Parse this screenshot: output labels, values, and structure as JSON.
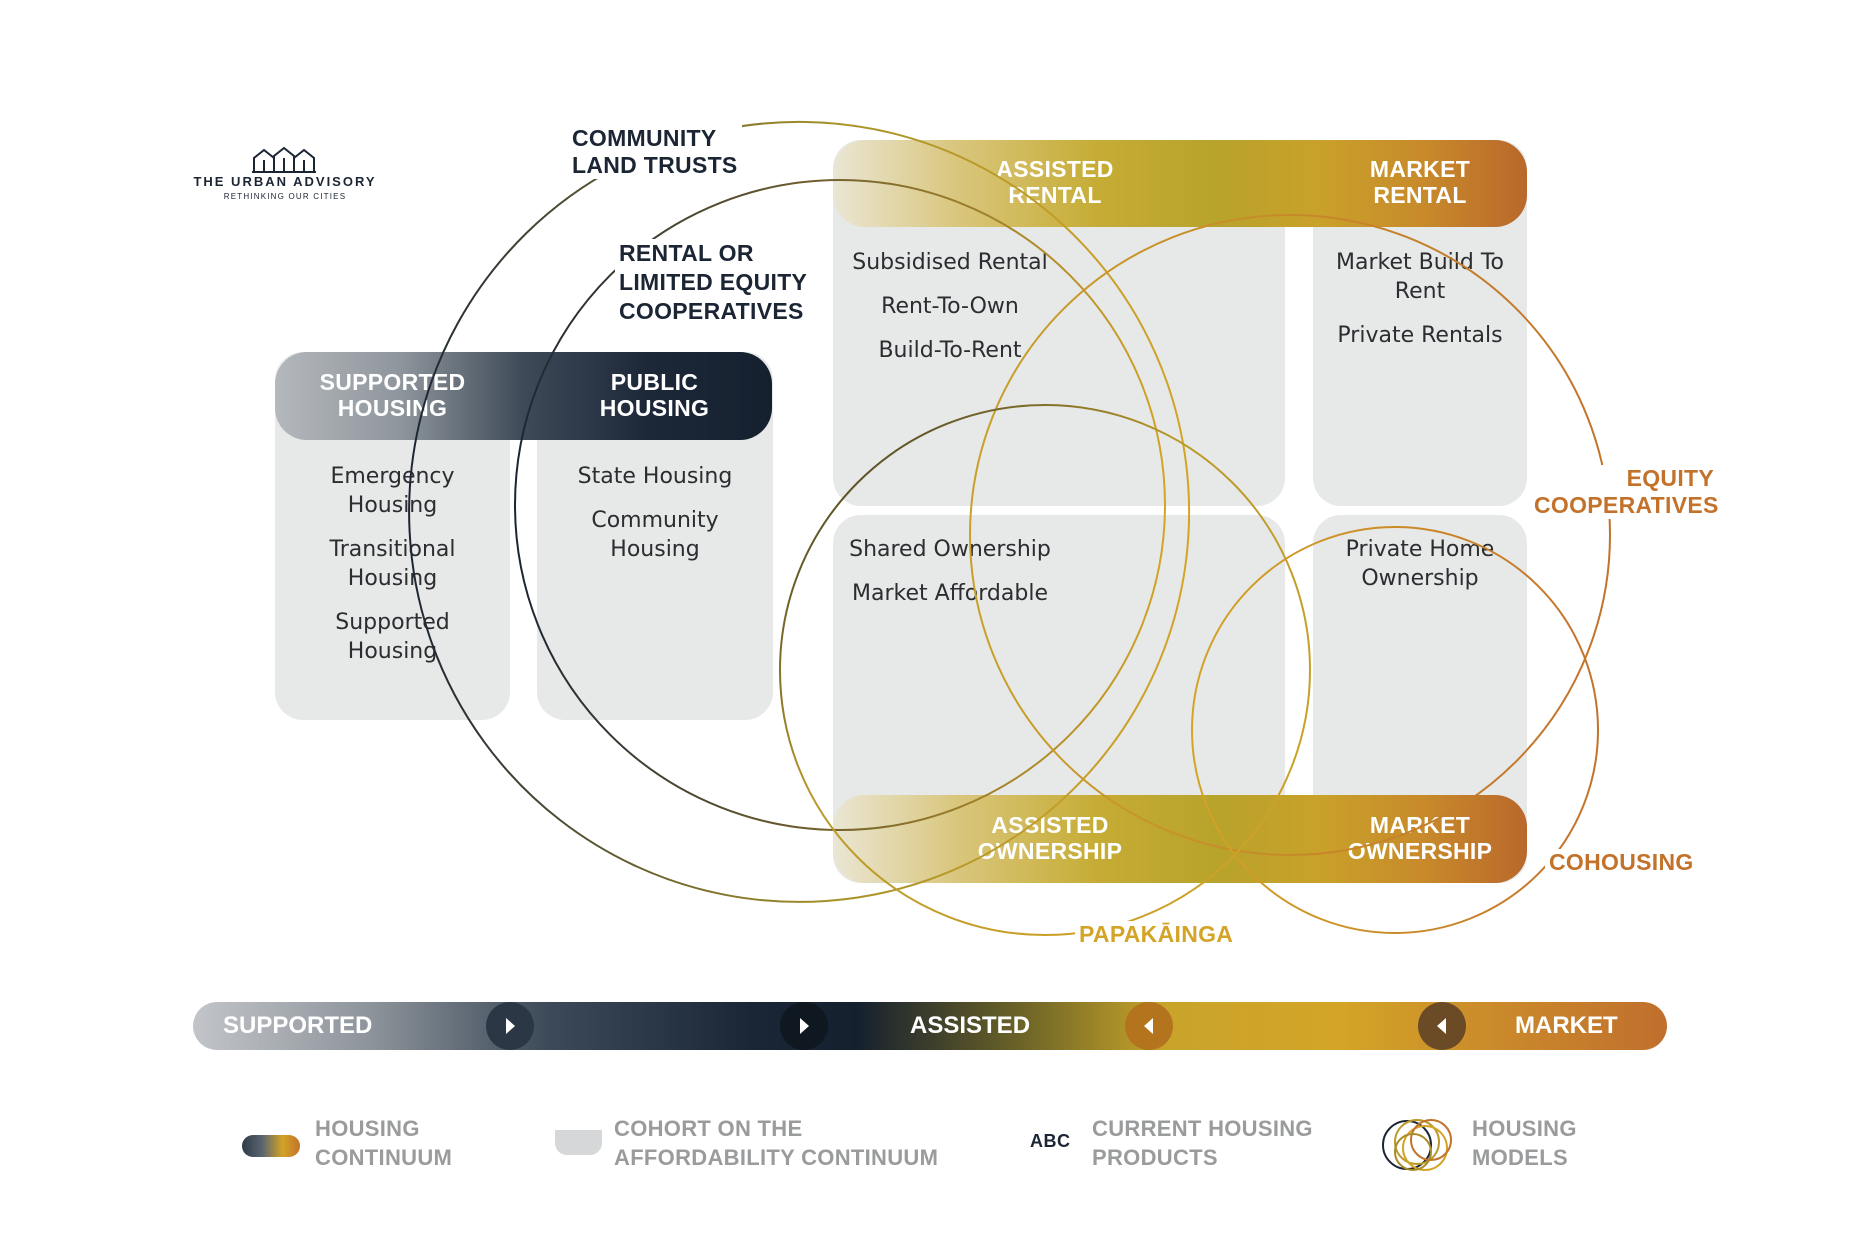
{
  "logo": {
    "name": "THE URBAN ADVISORY",
    "tagline": "RETHINKING OUR CITIES"
  },
  "categories": {
    "supported_housing": "SUPPORTED\nHOUSING",
    "public_housing": "PUBLIC\nHOUSING",
    "assisted_rental": "ASSISTED\nRENTAL",
    "market_rental": "MARKET\nRENTAL",
    "assisted_ownership": "ASSISTED\nOWNERSHIP",
    "market_ownership": "MARKET\nOWNERSHIP"
  },
  "products": {
    "supported": [
      "Emergency Housing",
      "Transitional Housing",
      "Supported Housing"
    ],
    "public": [
      "State Housing",
      "Community Housing"
    ],
    "assisted_rental": [
      "Subsidised Rental",
      "Rent-To-Own",
      "Build-To-Rent"
    ],
    "market_rental": [
      "Market Build To Rent",
      "Private Rentals"
    ],
    "assisted_ownership": [
      "Shared Ownership",
      "Market Affordable"
    ],
    "market_ownership": [
      "Private Home Ownership"
    ]
  },
  "housing_models": {
    "community_land_trusts": "COMMUNITY\nLAND TRUSTS",
    "rental_limited_equity": "RENTAL OR\nLIMITED EQUITY\nCOOPERATIVES",
    "equity_cooperatives": "EQUITY\nCOOPERATIVES",
    "cohousing": "COHOUSING",
    "papakainga": "PAPAKĀINGA"
  },
  "continuum": {
    "supported": "SUPPORTED",
    "assisted": "ASSISTED",
    "market": "MARKET"
  },
  "legend": {
    "housing_continuum": "HOUSING\nCONTINUUM",
    "cohort": "COHORT ON THE\nAFFORDABILITY CONTINUUM",
    "abc_sample": "ABC",
    "current_products": "CURRENT HOUSING\nPRODUCTS",
    "housing_models": "HOUSING\nMODELS"
  },
  "colors": {
    "grey_light": "#b9bdc1",
    "navy": "#15202f",
    "gold": "#d3a427",
    "olive_gold": "#b9a02c",
    "orange": "#c3722b",
    "panel": "#e7e8e8"
  }
}
